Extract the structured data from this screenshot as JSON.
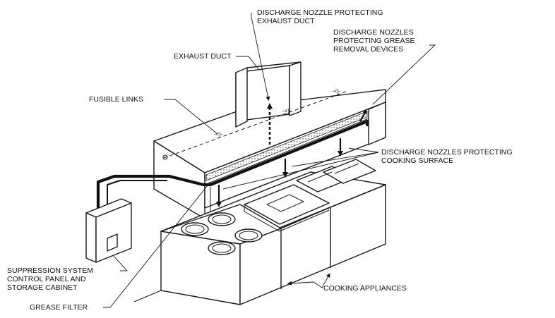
{
  "labels": {
    "nozzle_duct_1": "DISCHARGE NOZZLE PROTECTING",
    "nozzle_duct_2": "EXHAUST DUCT",
    "nozzles_grease_1": "DISCHARGE NOZZLES",
    "nozzles_grease_2": "PROTECTING GREASE",
    "nozzles_grease_3": "REMOVAL DEVICES",
    "exhaust_duct": "EXHAUST DUCT",
    "fusible_links": "FUSIBLE LINKS",
    "nozzles_cooking_1": "DISCHARGE NOZZLES PROTECTING",
    "nozzles_cooking_2": "COOKING SURFACE",
    "suppression_1": "SUPPRESSION SYSTEM",
    "suppression_2": "CONTROL PANEL AND",
    "suppression_3": "STORAGE CABINET",
    "cooking_appliances": "COOKING APPLIANCES",
    "grease_filter": "GREASE FILTER"
  },
  "colors": {
    "line": "#1a1a1a",
    "background": "#ffffff"
  }
}
